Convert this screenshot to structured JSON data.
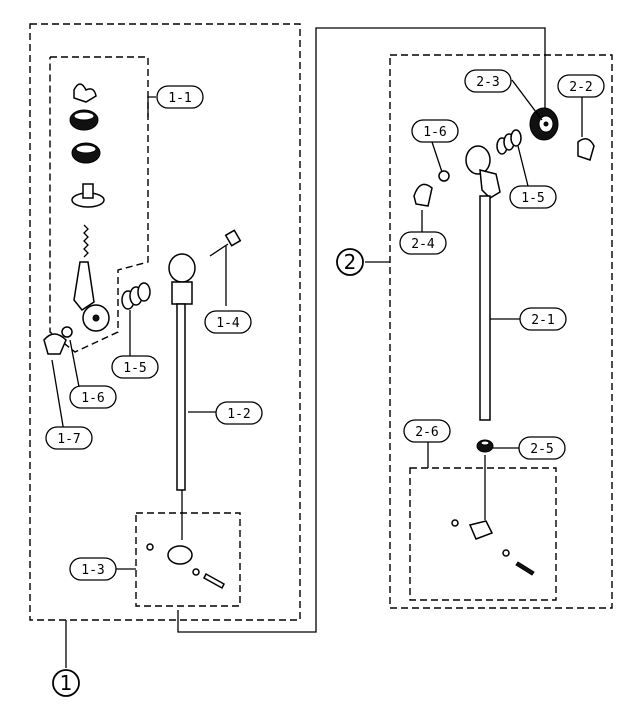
{
  "assembly_1": {
    "number": "1",
    "labels": [
      "1-1",
      "1-2",
      "1-3",
      "1-4",
      "1-5",
      "1-6",
      "1-7"
    ]
  },
  "assembly_2": {
    "number": "2",
    "labels": [
      "2-1",
      "2-2",
      "2-3",
      "2-4",
      "2-5",
      "2-6",
      "1-5",
      "1-6"
    ]
  }
}
